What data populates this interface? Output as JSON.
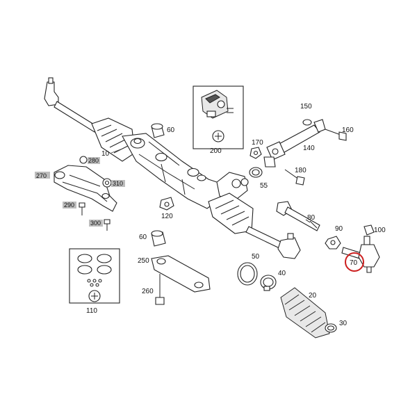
{
  "labels": {
    "p10": "10",
    "p20": "20",
    "p30": "30",
    "p40": "40",
    "p50": "50",
    "p55": "55",
    "p60a": "60",
    "p60b": "60",
    "p70": "70",
    "p80": "80",
    "p90": "90",
    "p100": "100",
    "p110": "110",
    "p120": "120",
    "p140": "140",
    "p150": "150",
    "p160": "160",
    "p170": "170",
    "p180": "180",
    "p200": "200",
    "p250": "250",
    "p260": "260",
    "p270": "270",
    "p280": "280",
    "p290": "290",
    "p300": "300",
    "p310": "310"
  },
  "highlight": {
    "part": "70",
    "circle_color": "#cc1f1f"
  },
  "label_bg_color": "#bdbdbd"
}
